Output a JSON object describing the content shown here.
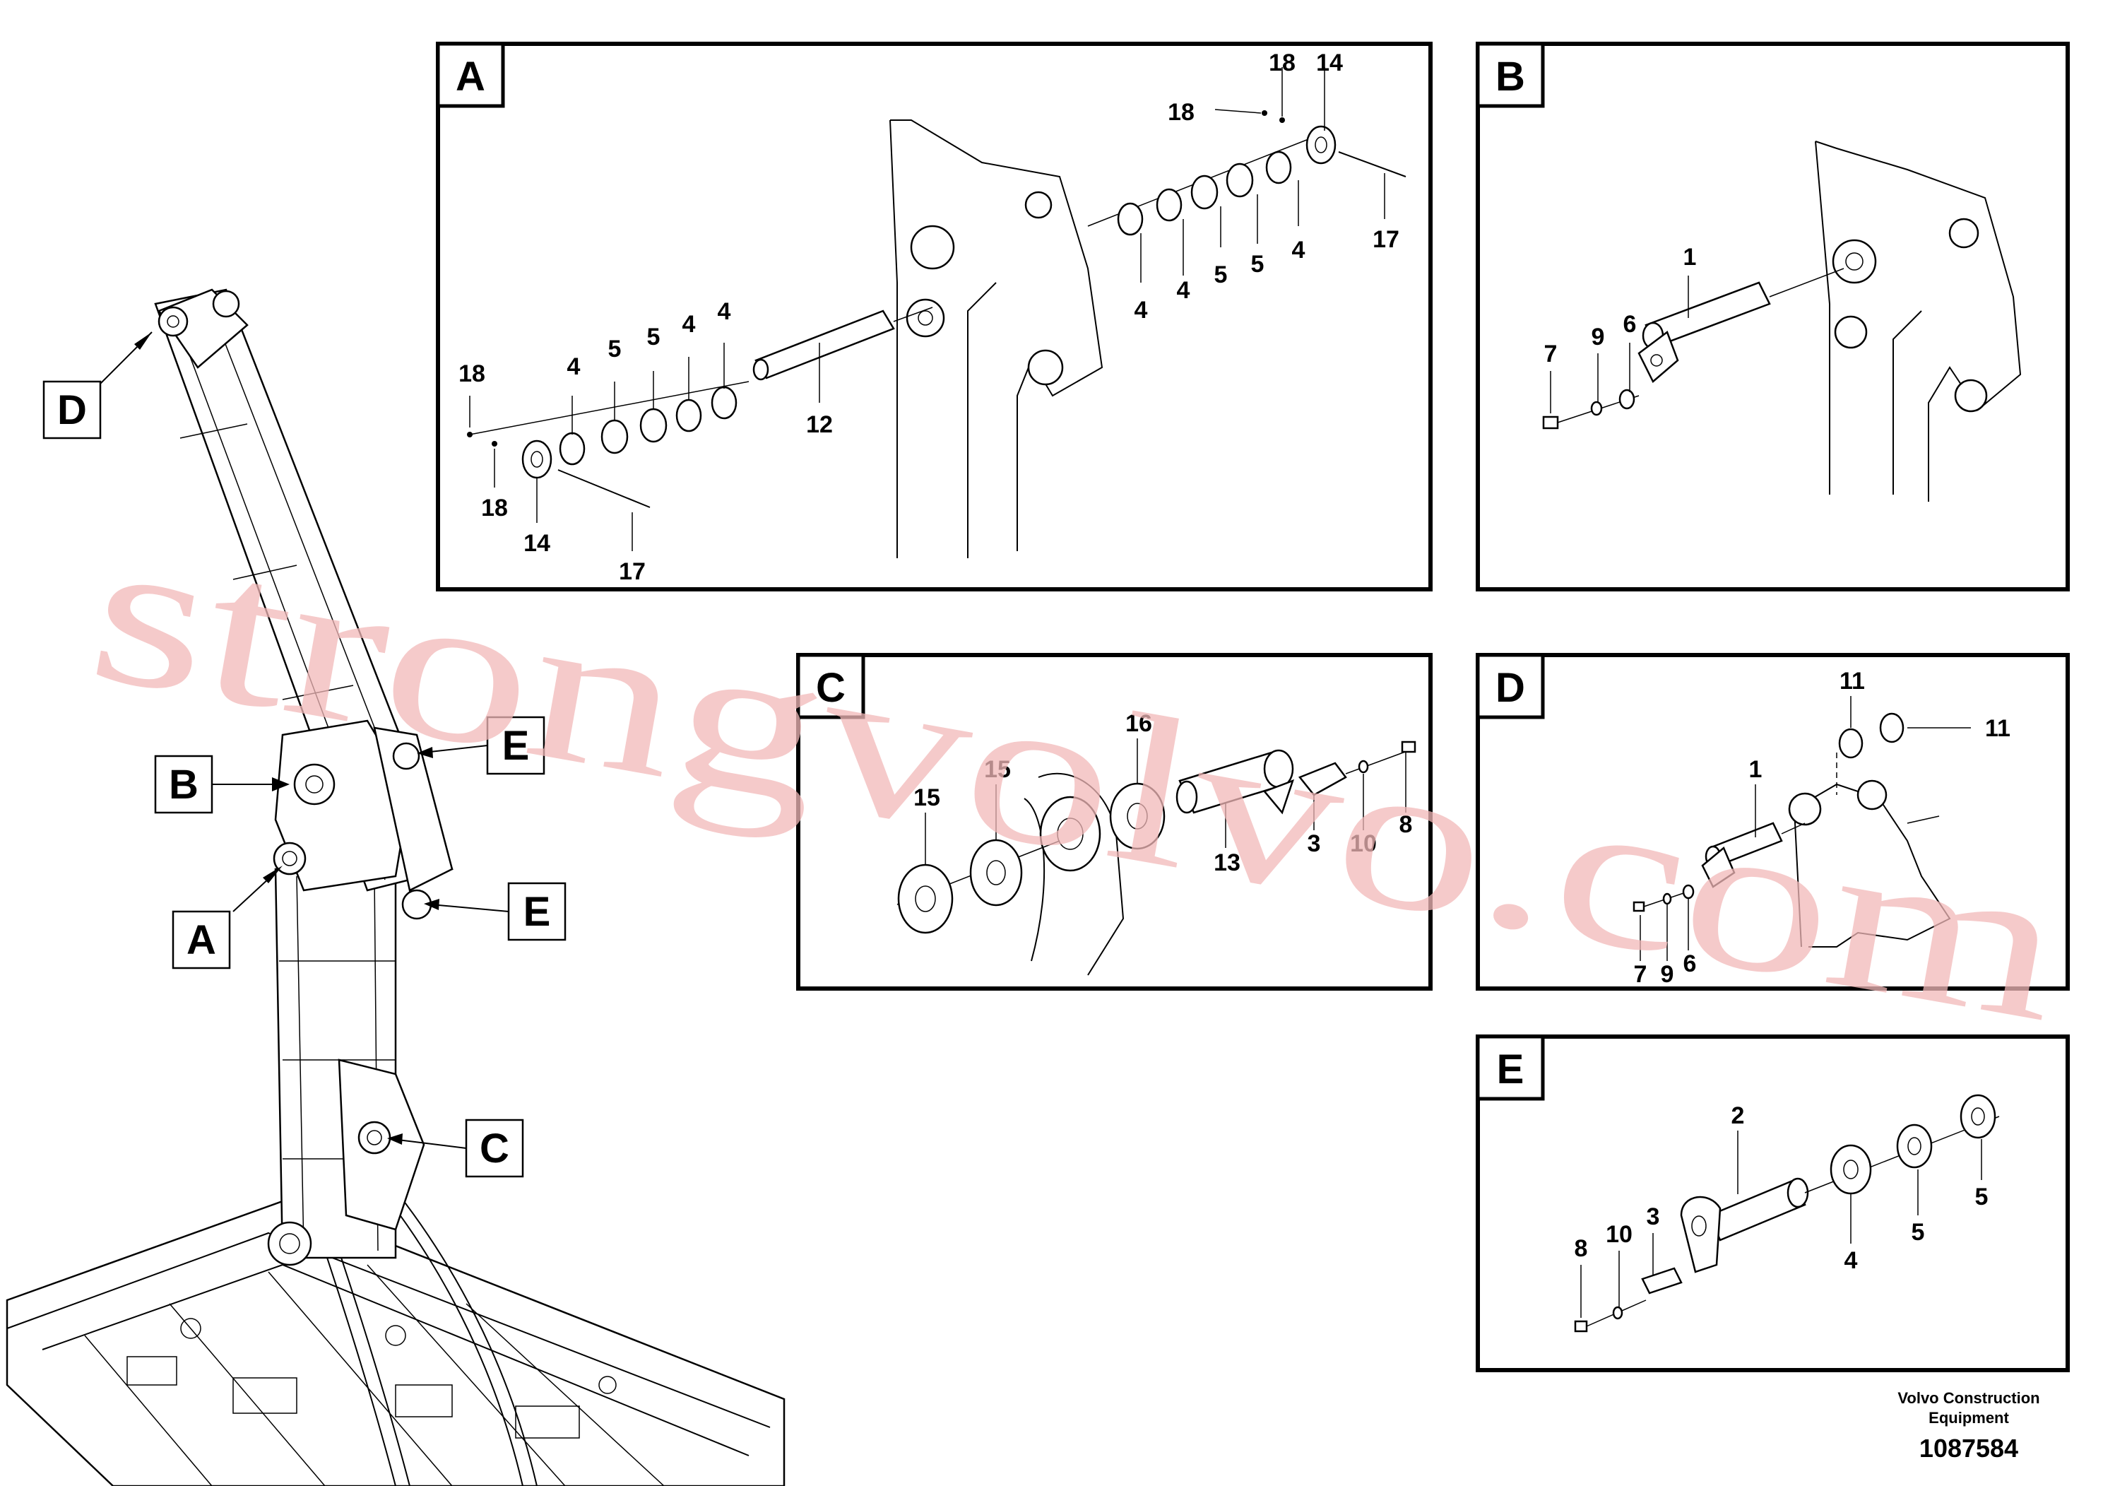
{
  "panels": {
    "A": {
      "letter": "A",
      "callouts": [
        {
          "t": "18"
        },
        {
          "t": "14"
        },
        {
          "t": "18"
        },
        {
          "t": "17"
        },
        {
          "t": "4"
        },
        {
          "t": "4"
        },
        {
          "t": "5"
        },
        {
          "t": "5"
        },
        {
          "t": "4"
        },
        {
          "t": "18"
        },
        {
          "t": "4"
        },
        {
          "t": "5"
        },
        {
          "t": "5"
        },
        {
          "t": "4"
        },
        {
          "t": "4"
        },
        {
          "t": "12"
        },
        {
          "t": "18"
        },
        {
          "t": "14"
        },
        {
          "t": "17"
        }
      ]
    },
    "B": {
      "letter": "B",
      "callouts": [
        {
          "t": "1"
        },
        {
          "t": "7"
        },
        {
          "t": "9"
        },
        {
          "t": "6"
        }
      ]
    },
    "C": {
      "letter": "C",
      "callouts": [
        {
          "t": "16"
        },
        {
          "t": "15"
        },
        {
          "t": "15"
        },
        {
          "t": "13"
        },
        {
          "t": "3"
        },
        {
          "t": "10"
        },
        {
          "t": "8"
        }
      ]
    },
    "D": {
      "letter": "D",
      "callouts": [
        {
          "t": "11"
        },
        {
          "t": "11"
        },
        {
          "t": "1"
        },
        {
          "t": "7"
        },
        {
          "t": "9"
        },
        {
          "t": "6"
        }
      ]
    },
    "E": {
      "letter": "E",
      "callouts": [
        {
          "t": "2"
        },
        {
          "t": "8"
        },
        {
          "t": "10"
        },
        {
          "t": "3"
        },
        {
          "t": "4"
        },
        {
          "t": "5"
        },
        {
          "t": "5"
        }
      ]
    }
  },
  "main_labels": {
    "D": "D",
    "B": "B",
    "A": "A",
    "E1": "E",
    "E2": "E",
    "C": "C"
  },
  "watermark": "strongvolvo.com",
  "footer": {
    "line1": "Volvo Construction",
    "line2": "Equipment",
    "number": "1087584"
  }
}
